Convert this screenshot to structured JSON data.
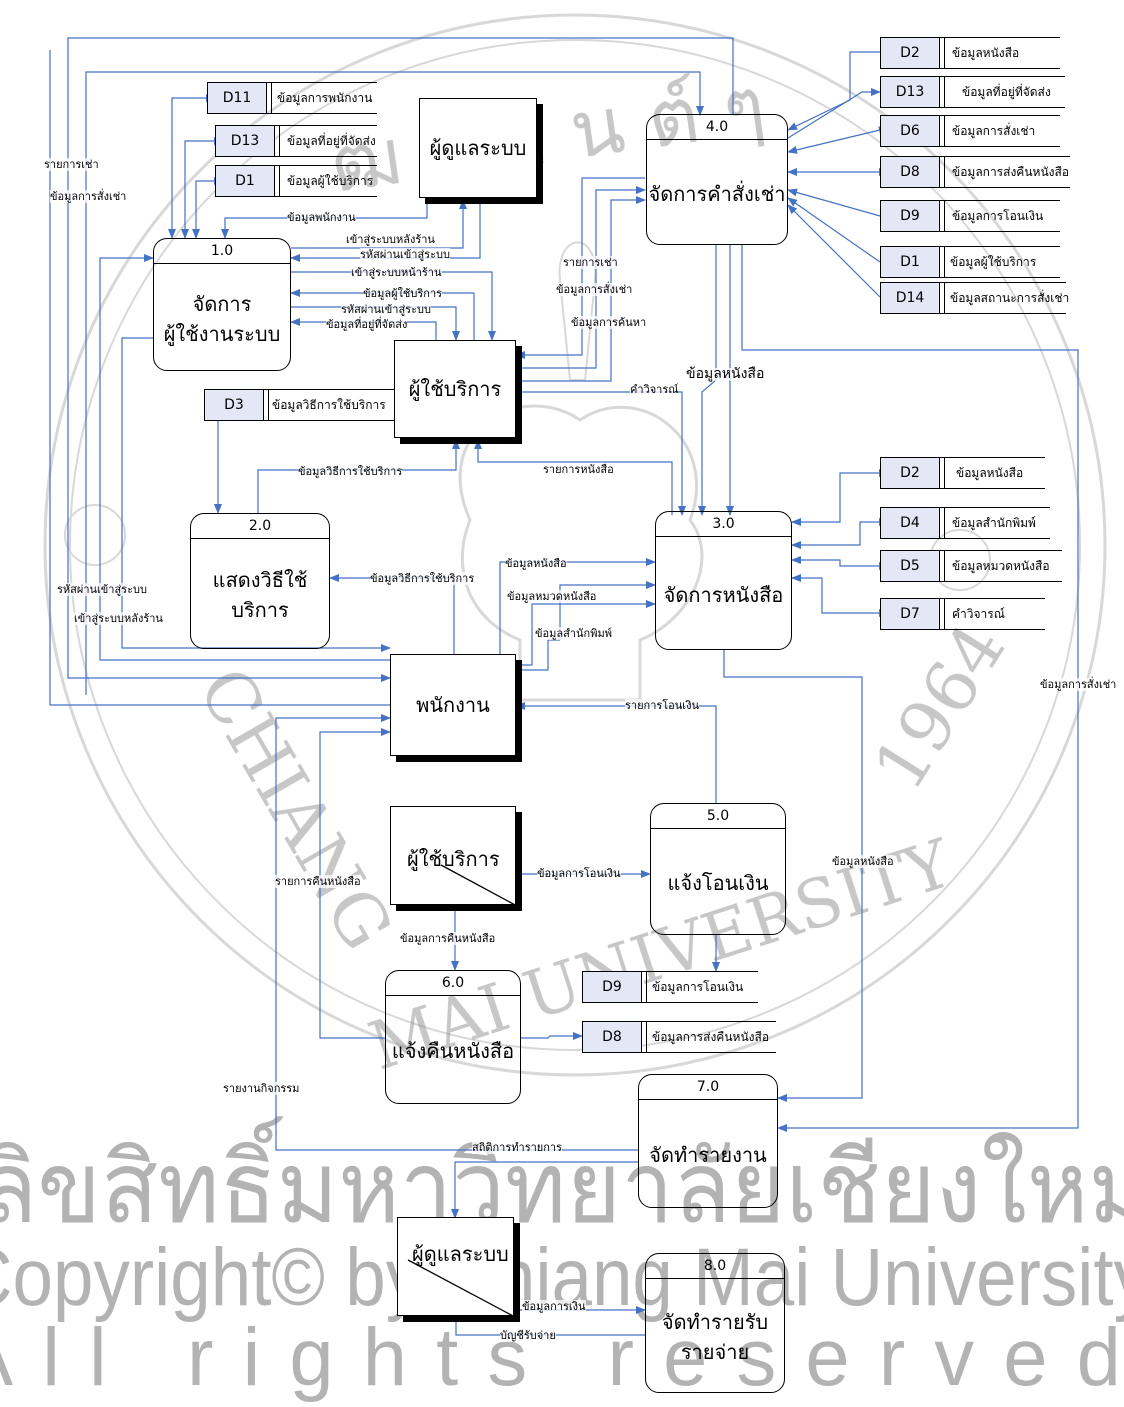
{
  "watermark": {
    "seal_text_left": "CHIANG",
    "seal_text_bottom": "MAI UNIVERSITY",
    "seal_year": "1964",
    "line1": "ลิขสิทธิ์มหาวิทยาลัยเชียงใหม่",
    "line2": "Copyright© by Chiang Mai University",
    "line3": "All rights reserved"
  },
  "processes": [
    {
      "num": "1.0",
      "name": "จัดการ\nผู้ใช้งานระบบ"
    },
    {
      "num": "2.0",
      "name": "แสดงวิธีใช้บริการ"
    },
    {
      "num": "3.0",
      "name": "จัดการหนังสือ"
    },
    {
      "num": "4.0",
      "name": "จัดการคำสั่งเช่า"
    },
    {
      "num": "5.0",
      "name": "แจ้งโอนเงิน"
    },
    {
      "num": "6.0",
      "name": "แจ้งคืนหนังสือ"
    },
    {
      "num": "7.0",
      "name": "จัดทำรายงาน"
    },
    {
      "num": "8.0",
      "name": "จัดทำรายรับ\nรายจ่าย"
    }
  ],
  "entities": {
    "admin_top": "ผู้ดูแลระบบ",
    "customer": "ผู้ใช้บริการ",
    "staff": "พนักงาน",
    "customer_dup": "ผู้ใช้บริการ",
    "admin_dup": "ผู้ดูแลระบบ"
  },
  "stores": [
    {
      "id": "D11",
      "name": "ข้อมูลการพนักงาน"
    },
    {
      "id": "D13",
      "name": "ข้อมูลที่อยู่ที่จัดส่ง"
    },
    {
      "id": "D1",
      "name": "ข้อมูลผู้ใช้บริการ"
    },
    {
      "id": "D3",
      "name": "ข้อมูลวิธีการใช้บริการ"
    },
    {
      "id": "D2",
      "name": "ข้อมูลหนังสือ"
    },
    {
      "id": "D13",
      "name": "ข้อมูลที่อยู่ที่จัดส่ง"
    },
    {
      "id": "D6",
      "name": "ข้อมูลการสั่งเช่า"
    },
    {
      "id": "D8",
      "name": "ข้อมูลการส่งคืนหนังสือ"
    },
    {
      "id": "D9",
      "name": "ข้อมูลการโอนเงิน"
    },
    {
      "id": "D1",
      "name": "ข้อมูลผู้ใช้บริการ"
    },
    {
      "id": "D14",
      "name": "ข้อมูลสถานะการสั่งเช่า"
    },
    {
      "id": "D2",
      "name": "ข้อมูลหนังสือ"
    },
    {
      "id": "D4",
      "name": "ข้อมูลสำนักพิมพ์"
    },
    {
      "id": "D5",
      "name": "ข้อมูลหมวดหนังสือ"
    },
    {
      "id": "D7",
      "name": "คำวิจารณ์"
    },
    {
      "id": "D9",
      "name": "ข้อมูลการโอนเงิน"
    },
    {
      "id": "D8",
      "name": "ข้อมูลการส่งคืนหนังสือ"
    }
  ],
  "flows": [
    "รายการเช่า",
    "ข้อมูลการสั่งเช่า",
    "ข้อมูลพนักงาน",
    "เข้าสู่ระบบหลังร้าน",
    "รหัสผ่านเข้าสู่ระบบ",
    "เข้าสู่ระบบหน้าร้าน",
    "ข้อมูลผู้ใช้บริการ",
    "รหัสผ่านเข้าสู่ระบบ",
    "ข้อมูลที่อยู่ที่จัดส่ง",
    "รายการเช่า",
    "ข้อมูลการสั่งเช่า",
    "ข้อมูลการค้นหา",
    "ข้อมูลหนังสือ",
    "คำวิจารณ์",
    "ข้อมูลวิธีการใช้บริการ",
    "รายการหนังสือ",
    "ข้อมูลหนังสือ",
    "ข้อมูลวิธีการใช้บริการ",
    "ข้อมูลหมวดหนังสือ",
    "ข้อมูลสำนักพิมพ์",
    "รหัสผ่านเข้าสู่ระบบ",
    "เข้าสู่ระบบหลังร้าน",
    "รายการโอนเงิน",
    "ข้อมูลการสั่งเช่า",
    "ข้อมูลการโอนเงิน",
    "รายการคืนหนังสือ",
    "ข้อมูลหนังสือ",
    "ข้อมูลการคืนหนังสือ",
    "รายงานกิจกรรม",
    "สถิติการทำรายการ",
    "ข้อมูลการเงิน",
    "บัญชีรับจ่าย"
  ]
}
